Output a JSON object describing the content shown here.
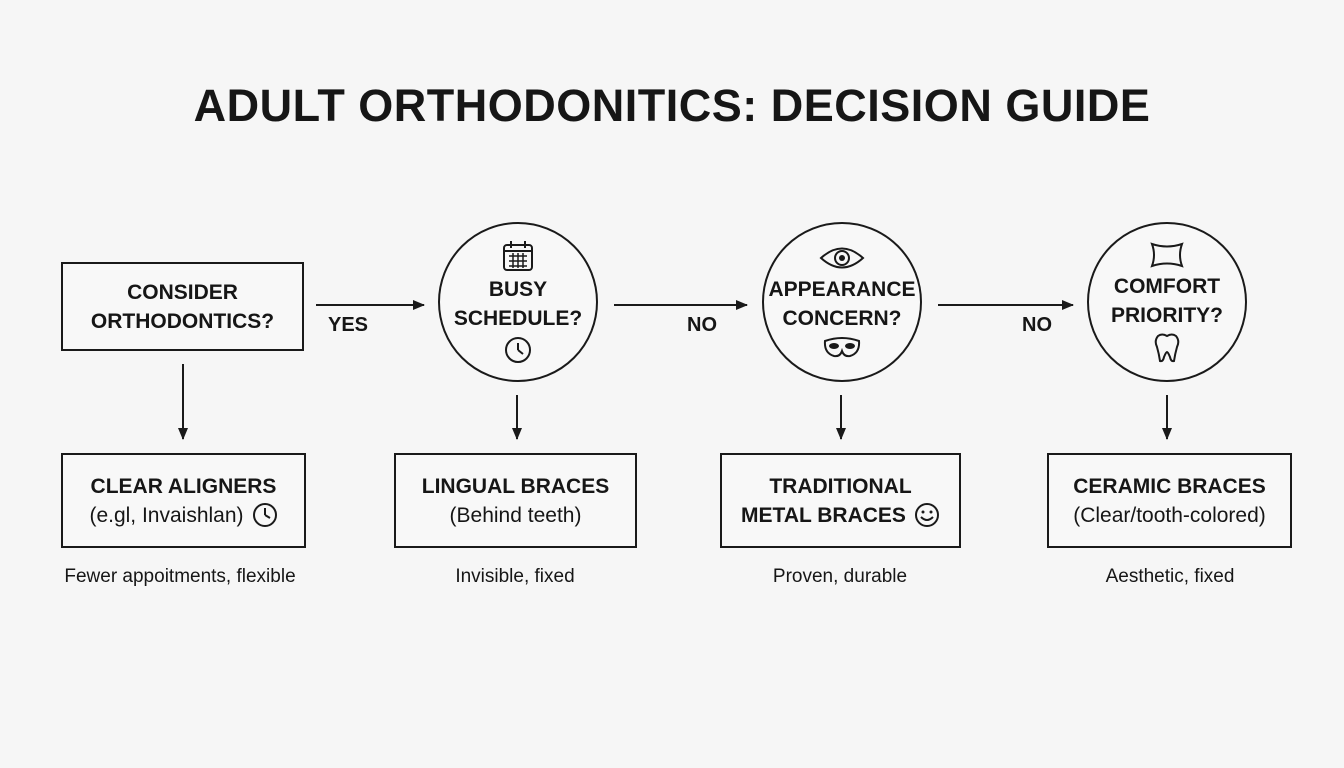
{
  "title": "ADULT ORTHODONITICS: DECISION GUIDE",
  "start": {
    "line1": "CONSIDER",
    "line2": "ORTHODONTICS?"
  },
  "decisions": [
    {
      "line1": "BUSY",
      "line2": "SCHEDULE?",
      "icons": [
        "calendar-icon",
        "clock-icon"
      ]
    },
    {
      "line1": "APPEARANCE",
      "line2": "CONCERN?",
      "icons": [
        "eye-icon",
        "mask-icon"
      ]
    },
    {
      "line1": "COMFORT",
      "line2": "PRIORITY?",
      "icons": [
        "pillow-icon",
        "tooth-icon"
      ]
    }
  ],
  "edge_labels": {
    "yes": "YES",
    "no1": "NO",
    "no2": "NO"
  },
  "outcomes": [
    {
      "line1": "CLEAR ALIGNERS",
      "line2": "(e.gl, Invaishlan)",
      "icon": "clock-icon",
      "caption": "Fewer appoitments, flexible"
    },
    {
      "line1": "LINGUAL BRACES",
      "line2": "(Behind teeth)",
      "caption": "Invisible, fixed"
    },
    {
      "line1": "TRADITIONAL",
      "line2": "METAL BRACES",
      "icon": "smiley-icon",
      "caption": "Proven, durable"
    },
    {
      "line1": "CERAMIC BRACES",
      "line2": "(Clear/tooth-colored)",
      "caption": "Aesthetic, fixed"
    }
  ],
  "colors": {
    "background": "#f6f6f6",
    "ink": "#161616"
  }
}
